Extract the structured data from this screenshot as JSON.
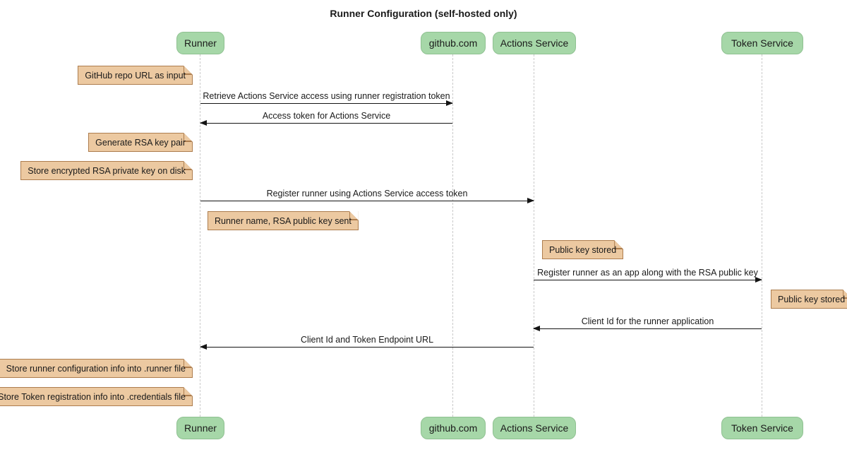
{
  "title": "Runner Configuration (self-hosted only)",
  "diagram_type": "sequence",
  "participants": [
    {
      "id": "runner",
      "label": "Runner"
    },
    {
      "id": "github",
      "label": "github.com"
    },
    {
      "id": "actions_service",
      "label": "Actions Service"
    },
    {
      "id": "token_service",
      "label": "Token Service"
    }
  ],
  "notes": [
    {
      "text": "GitHub repo URL as input",
      "anchor": "runner",
      "side": "left"
    },
    {
      "text": "Generate RSA key pair",
      "anchor": "runner",
      "side": "left"
    },
    {
      "text": "Store encrypted RSA private key on disk",
      "anchor": "runner",
      "side": "left"
    },
    {
      "text": "Runner name, RSA public key sent",
      "anchor": "runner",
      "side": "right"
    },
    {
      "text": "Public key stored",
      "anchor": "actions_service",
      "side": "right"
    },
    {
      "text": "Public key stored",
      "anchor": "token_service",
      "side": "right"
    },
    {
      "text": "Store runner configuration info into .runner file",
      "anchor": "runner",
      "side": "left"
    },
    {
      "text": "Store Token registration info into .credentials file",
      "anchor": "runner",
      "side": "left"
    }
  ],
  "messages": [
    {
      "text": "Retrieve Actions Service access using runner registration token",
      "from": "runner",
      "to": "github"
    },
    {
      "text": "Access token for Actions Service",
      "from": "github",
      "to": "runner"
    },
    {
      "text": "Register runner using Actions Service access token",
      "from": "runner",
      "to": "actions_service"
    },
    {
      "text": "Register runner as an app along with the RSA public key",
      "from": "actions_service",
      "to": "token_service"
    },
    {
      "text": "Client Id for the runner application",
      "from": "token_service",
      "to": "actions_service"
    },
    {
      "text": "Client Id and Token Endpoint URL",
      "from": "actions_service",
      "to": "runner"
    }
  ],
  "colors": {
    "participant_fill": "#a6d7a8",
    "participant_border": "#8fc191",
    "note_fill": "#ecc9a1",
    "note_border": "#ad7d4e",
    "lifeline": "#c9c9c9",
    "arrow": "#141414",
    "text": "#1a1a1a",
    "background": "#ffffff"
  }
}
